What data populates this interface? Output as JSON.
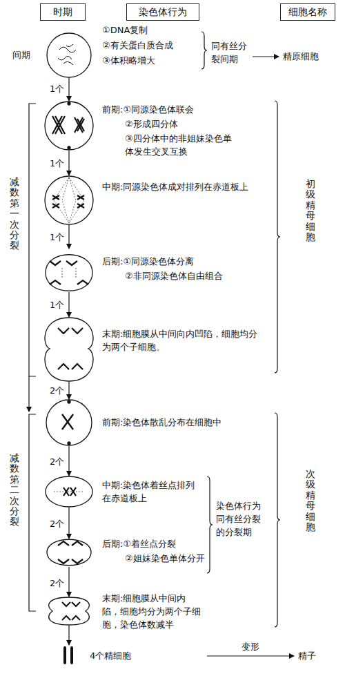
{
  "diagram": {
    "nodes": [
      {
        "text": [
          "时期"
        ]
      },
      {
        "text": [
          "染色体行为"
        ]
      },
      {
        "text": [
          "细胞名称"
        ]
      }
    ],
    "labels": [
      "间期",
      "①DNA复制",
      "②有关蛋白质合成",
      "③体积略增大",
      "同有丝分裂间期",
      "精原细胞",
      "1个",
      "前期:①同源染色体联会",
      "②形成四分体",
      "③四分体中的非姐妹染色单体发生交叉互换",
      "减数第一次分裂",
      "1个",
      "中期:同源染色体成对排列在赤道板上",
      "初级精母细胞",
      "1个",
      "后期:①同源染色体分离",
      "②非同源染色体自由组合",
      "1个",
      "末期:细胞膜从中间向内凹陷，细胞均分为两个子细胞。",
      "2个",
      "前期:染色体散乱分布在细胞中",
      "减数第二次分裂",
      "2个",
      "中期:染色体着丝点排列在赤道板上",
      "染色体行为同有丝分裂的分裂期",
      "次级精母细胞",
      "2个",
      "后期:①着丝点分裂",
      "②姐妹染色单体分开",
      "2个",
      "末期:细胞膜从中间内陷，细胞均分为两个子细胞，染色体数减半",
      "4个精细胞",
      "变形",
      "精子"
    ]
  }
}
